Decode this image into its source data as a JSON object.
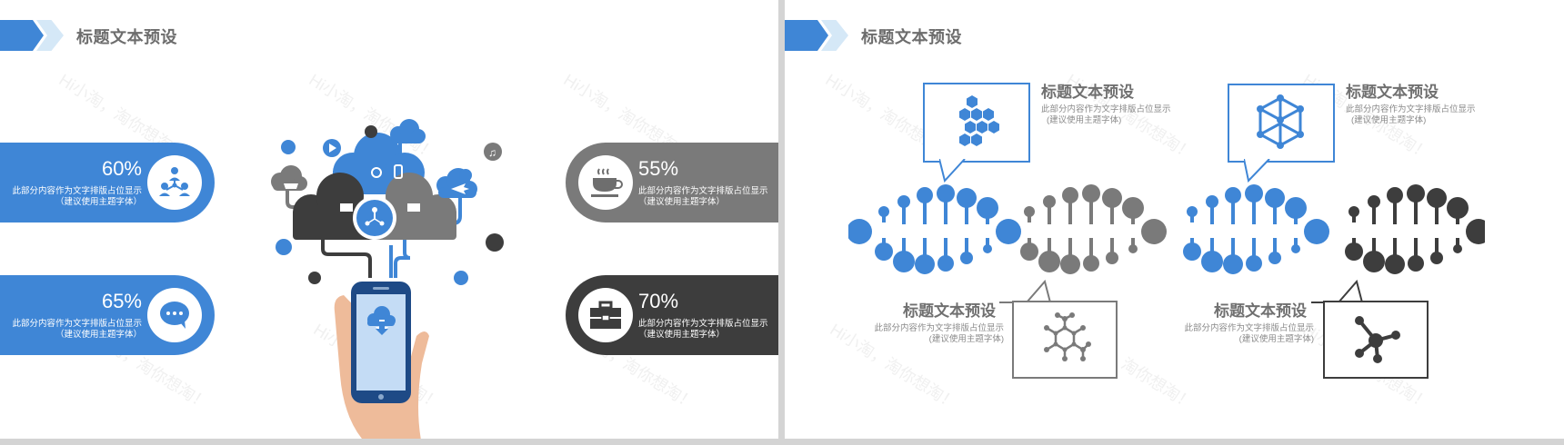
{
  "slide1": {
    "title": "标题文本预设",
    "cards": [
      {
        "percent": "60%",
        "line1": "此部分内容作为文字排版占位显示",
        "line2": "（建议使用主题字体）",
        "icon": "people-network-icon",
        "color": "#3f86d6"
      },
      {
        "percent": "65%",
        "line1": "此部分内容作为文字排版占位显示",
        "line2": "（建议使用主题字体）",
        "icon": "chat-bubble-icon",
        "color": "#3f86d6"
      },
      {
        "percent": "55%",
        "line1": "此部分内容作为文字排版占位显示",
        "line2": "（建议使用主题字体）",
        "icon": "coffee-cup-icon",
        "color": "#7a7a7a"
      },
      {
        "percent": "70%",
        "line1": "此部分内容作为文字排版占位显示",
        "line2": "（建议使用主题字体）",
        "icon": "briefcase-icon",
        "color": "#3d3d3d"
      }
    ],
    "illustration": "cloud-computing-phone-illustration"
  },
  "slide2": {
    "title": "标题文本预设",
    "items": [
      {
        "title": "标题文本预设",
        "line1": "此部分内容作为文字排版占位显示",
        "line2": "(建议使用主题字体)",
        "icon": "hexagon-cluster-icon",
        "color": "#3f86d6"
      },
      {
        "title": "标题文本预设",
        "line1": "此部分内容作为文字排版占位显示",
        "line2": "(建议使用主题字体)",
        "icon": "cube-network-icon",
        "color": "#3f86d6"
      },
      {
        "title": "标题文本预设",
        "line1": "此部分内容作为文字排版占位显示",
        "line2": "(建议使用主题字体)",
        "icon": "molecule-ring-icon",
        "color": "#7a7a7a"
      },
      {
        "title": "标题文本预设",
        "line1": "此部分内容作为文字排版占位显示",
        "line2": "(建议使用主题字体)",
        "icon": "molecule-node-icon",
        "color": "#3d3d3d"
      }
    ],
    "dna_colors": [
      "#3f86d6",
      "#7a7a7a",
      "#3f86d6",
      "#3d3d3d"
    ]
  },
  "watermark": "Hi小淘，淘你想淘！",
  "colors": {
    "blue": "#3f86d6",
    "gray": "#7a7a7a",
    "dark": "#3d3d3d",
    "light_blue": "#d5e8f7"
  }
}
